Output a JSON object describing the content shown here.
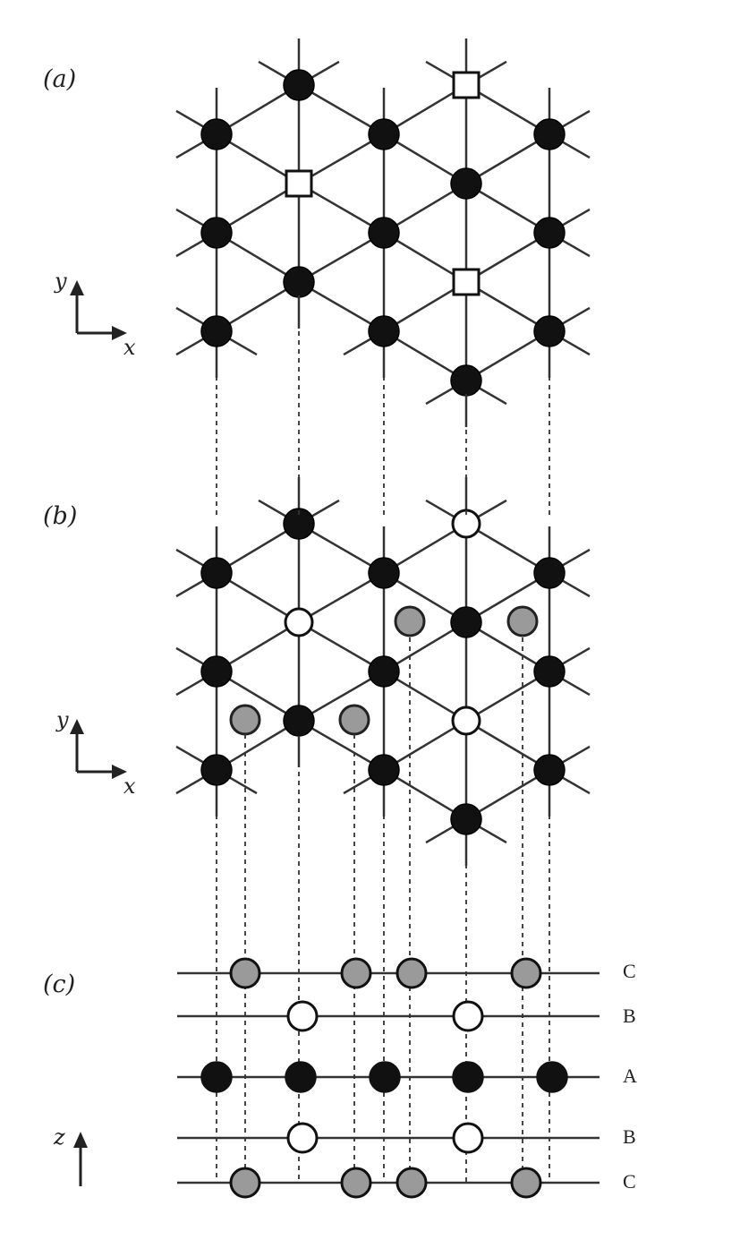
{
  "panels": [
    {
      "id": "a",
      "label": "(a)"
    },
    {
      "id": "b",
      "label": "(b)"
    },
    {
      "id": "c",
      "label": "(c)"
    }
  ],
  "axes": {
    "x": "x",
    "y": "y",
    "z": "z"
  },
  "layers": [
    "C",
    "B",
    "A",
    "B",
    "C"
  ],
  "colors": {
    "line": "#333333",
    "atom_black": "#111111",
    "atom_grey": "#9a9a9a",
    "atom_white": "#ffffff"
  }
}
